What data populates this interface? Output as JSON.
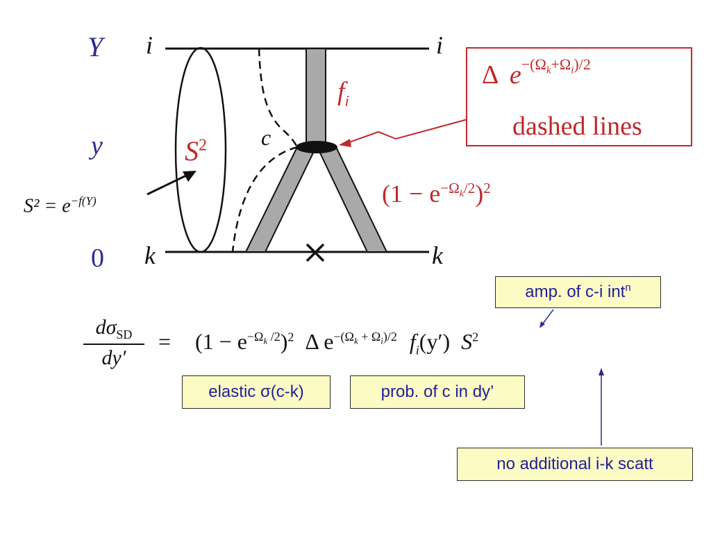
{
  "labels": {
    "Y": "Y",
    "y": "y",
    "zero": "0",
    "i_left": "i",
    "i_right": "i",
    "k_left": "k",
    "k_right": "k",
    "c": "c",
    "S2": "S",
    "fi_f": "f",
    "fi_i": "i",
    "s2_def": "S² = e",
    "s2_def_exp": "−f(Y)"
  },
  "redbox": {
    "delta": "Δ",
    "exp_base": "e",
    "exponent": "−(Ω",
    "exponent_rest": "+Ω",
    "exponent_tail": ")/2",
    "caption": "dashed lines"
  },
  "elastic_factor": {
    "text": "(1 − e",
    "exp": "−Ω",
    "exp_tail": "/2",
    "close": ")",
    "power": "2"
  },
  "formula": {
    "numerator": "dσ",
    "num_sub": "SD",
    "denominator": "dy′",
    "equals": "=",
    "rhs_a": "(1 − e",
    "rhs_a_exp": "−Ω",
    "rhs_a_exp_tail": " /2",
    "rhs_a_close": ")",
    "rhs_a_pow": "2",
    "rhs_b": "Δ e",
    "rhs_b_exp": "−(Ω",
    "rhs_b_exp_mid": " + Ω",
    "rhs_b_exp_tail": ")/2",
    "rhs_c": "f",
    "rhs_c_tail": "(y′)",
    "rhs_d": "S",
    "rhs_d_pow": "2"
  },
  "annotations": {
    "amp": "amp. of c-i int",
    "amp_sup": "n",
    "elastic": "elastic σ(c-k)",
    "prob": "prob. of c in dy’",
    "no_additional": "no additional i-k scatt"
  }
}
